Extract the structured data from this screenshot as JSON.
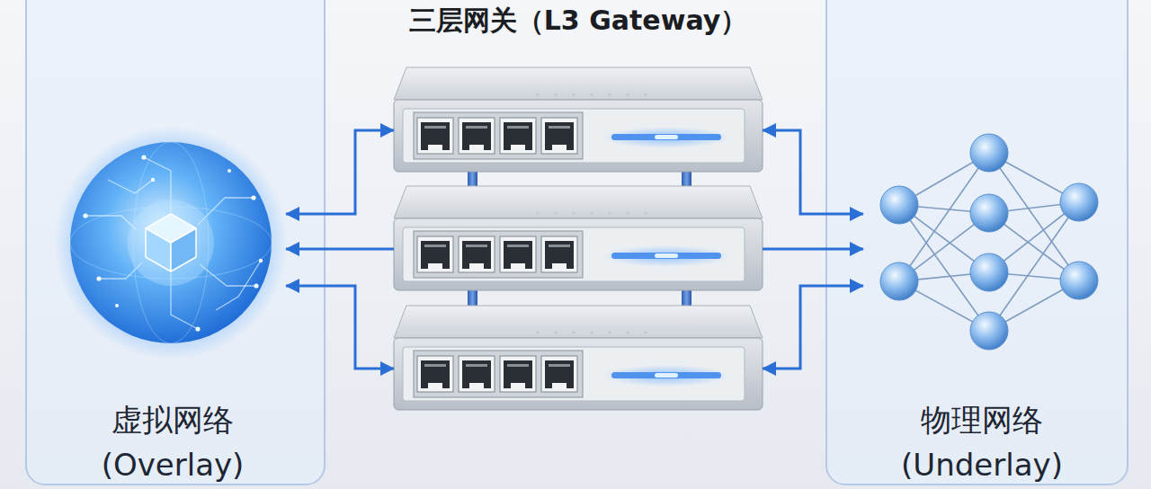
{
  "diagram": {
    "nodes": [
      {
        "text": [
          "虚拟网络 (Overlay)"
        ]
      },
      {
        "text": [
          "三层网关（L3 Gateway）"
        ]
      },
      {
        "text": [
          "物理网络 (Underlay)"
        ]
      }
    ],
    "edges": [
      {
        "from": 1,
        "to": 0,
        "arrow": "both"
      },
      {
        "from": 1,
        "to": 0,
        "arrow": "to"
      },
      {
        "from": 1,
        "to": 0,
        "arrow": "both"
      },
      {
        "from": 1,
        "to": 2,
        "arrow": "both"
      },
      {
        "from": 1,
        "to": 2,
        "arrow": "to"
      },
      {
        "from": 1,
        "to": 2,
        "arrow": "both"
      }
    ]
  }
}
